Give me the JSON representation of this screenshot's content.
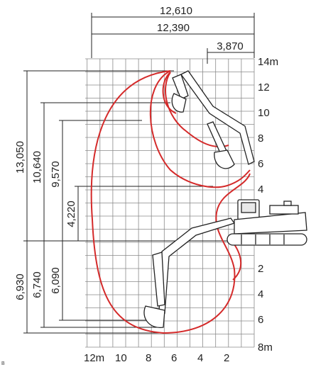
{
  "horizontal_dimensions": {
    "total_reach": "12,610",
    "max_digging_reach": "12,390",
    "min_swing_radius": "3,870"
  },
  "vertical_dimensions": {
    "max_cutting_height": "13,050",
    "max_dumping_height": "10,640",
    "dumping_height_2": "9,570",
    "min_dump_height": "4,220",
    "max_digging_depth": "6,930",
    "digging_depth_2": "6,740",
    "vertical_wall_depth": "6,090"
  },
  "right_axis_labels": [
    "14m",
    "12",
    "10",
    "8",
    "6",
    "4",
    "2",
    "4",
    "6",
    "8m"
  ],
  "bottom_axis_labels": [
    "12m",
    "10",
    "8",
    "6",
    "4",
    "2"
  ],
  "colors": {
    "envelope": "#d42a2a",
    "grid": "#7a7a7a",
    "lines": "#222222"
  },
  "footnote_mark": "B"
}
